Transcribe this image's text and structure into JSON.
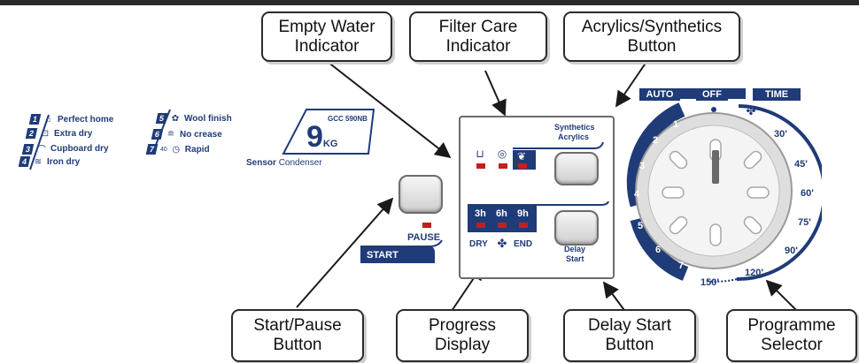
{
  "callouts": {
    "empty_water": "Empty Water\nIndicator",
    "filter_care": "Filter Care\nIndicator",
    "acrylics_synthetics": "Acrylics/Synthetics\nButton",
    "start_pause": "Start/Pause\nButton",
    "progress_display": "Progress\nDisplay",
    "delay_start": "Delay Start\nButton",
    "programme_selector": "Programme\nSelector"
  },
  "programmes_left": [
    {
      "num": "1",
      "icon": "house-icon",
      "label": "Perfect home"
    },
    {
      "num": "2",
      "icon": "extra-dry-icon",
      "label": "Extra dry"
    },
    {
      "num": "3",
      "icon": "hanger-icon",
      "label": "Cupboard dry"
    },
    {
      "num": "4",
      "icon": "iron-icon",
      "label": "Iron dry"
    }
  ],
  "programmes_right": [
    {
      "num": "5",
      "icon": "wool-icon",
      "label": "Wool finish"
    },
    {
      "num": "6",
      "icon": "shirt-icon",
      "label": "No crease"
    },
    {
      "num": "7",
      "icon": "clock-icon",
      "label": "Rapid",
      "prefix": "40"
    }
  ],
  "model": "GCC 590NB",
  "capacity": {
    "value": "9",
    "unit": "KG"
  },
  "sensor": {
    "word1": "Sensor",
    "word2": "Condenser"
  },
  "controls": {
    "pause": "PAUSE",
    "start": "START",
    "synthetics": "Synthetics",
    "acrylics": "Acrylics",
    "progress_times": [
      "3h",
      "6h",
      "9h"
    ],
    "dry": "DRY",
    "end": "END",
    "delay": "Delay",
    "delay_start": "Start"
  },
  "dial": {
    "auto": "AUTO",
    "off": "OFF",
    "time": "TIME",
    "auto_numbers": [
      "1",
      "2",
      "3",
      "4",
      "5",
      "6",
      "7"
    ],
    "times": [
      "30'",
      "45'",
      "60'",
      "75'",
      "90'",
      "120'",
      "150'"
    ]
  },
  "colors": {
    "brand_blue": "#1f3b78",
    "led_red": "#c61d1d"
  }
}
